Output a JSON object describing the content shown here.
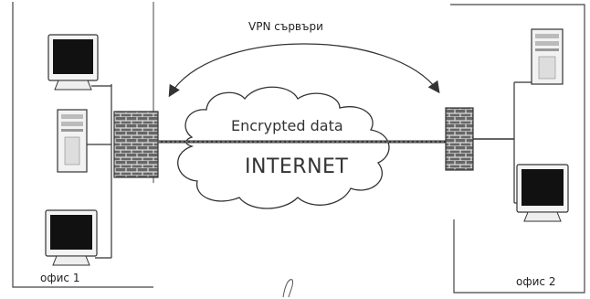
{
  "diagram": {
    "vpn_label": "VPN сървъри",
    "cloud_top_label": "Encrypted data",
    "cloud_main_label": "INTERNET",
    "office_left_label": "офис 1",
    "office_right_label": "офис 2"
  },
  "colors": {
    "line": "#333333",
    "screen": "#111111",
    "firewall": "#555555",
    "background": "#ffffff"
  },
  "icons": [
    "monitor-icon",
    "server-tower-icon",
    "firewall-icon",
    "cloud-icon",
    "arrow-icon"
  ]
}
